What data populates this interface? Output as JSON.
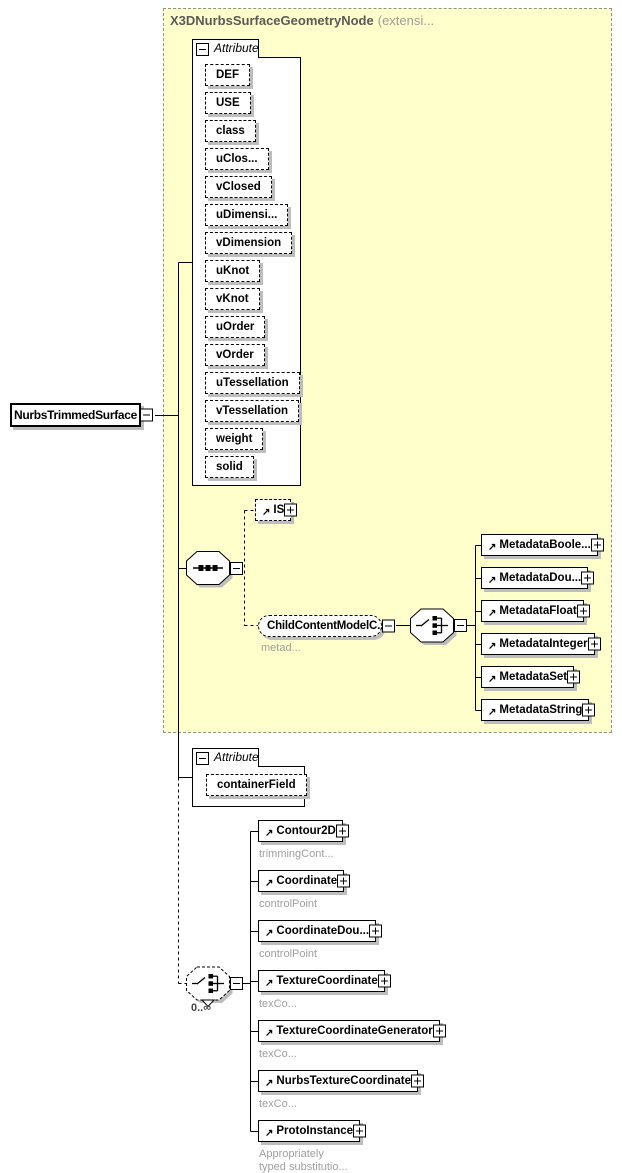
{
  "base_type": {
    "name": "X3DNurbsSurfaceGeometryNode",
    "derivation": "(extensi..."
  },
  "root_element": {
    "name": "NurbsTrimmedSurface"
  },
  "attribute_section_label": "Attribute",
  "base_attributes": [
    "DEF",
    "USE",
    "class",
    "uClos...",
    "vClosed",
    "uDimensi...",
    "vDimension",
    "uKnot",
    "vKnot",
    "uOrder",
    "vOrder",
    "uTessellation",
    "vTessellation",
    "weight",
    "solid"
  ],
  "is_element": {
    "name": "IS"
  },
  "content_group": {
    "name": "ChildContentModelC...",
    "annotation": "metad..."
  },
  "metadata_elements": [
    {
      "name": "MetadataBoole..."
    },
    {
      "name": "MetadataDou..."
    },
    {
      "name": "MetadataFloat"
    },
    {
      "name": "MetadataInteger"
    },
    {
      "name": "MetadataSet"
    },
    {
      "name": "MetadataString"
    }
  ],
  "local_attributes": [
    "containerField"
  ],
  "child_choice": {
    "occurrence": "0..∞"
  },
  "child_elements": [
    {
      "name": "Contour2D",
      "annotation": "trimmingCont..."
    },
    {
      "name": "Coordinate",
      "annotation": "controlPoint"
    },
    {
      "name": "CoordinateDou...",
      "annotation": "controlPoint"
    },
    {
      "name": "TextureCoordinate",
      "annotation": "texCo..."
    },
    {
      "name": "TextureCoordinateGenerator",
      "annotation": "texCo..."
    },
    {
      "name": "NurbsTextureCoordinate",
      "annotation": "texCo..."
    },
    {
      "name": "ProtoInstance",
      "annotation": "Appropriately\ntyped substitutio..."
    }
  ],
  "icons": {
    "collapse": "minus-box",
    "expand": "plus-box",
    "reference": "arrow-northeast",
    "sequence": "sequence-compositor",
    "choice": "choice-compositor"
  },
  "colors": {
    "container_bg": "#FFFFCB",
    "container_border": "#8F8F8F",
    "title_text": "#595959",
    "annotation_text": "#9E9E9E",
    "shadow": "#BDBDBD",
    "line": "#000000"
  }
}
